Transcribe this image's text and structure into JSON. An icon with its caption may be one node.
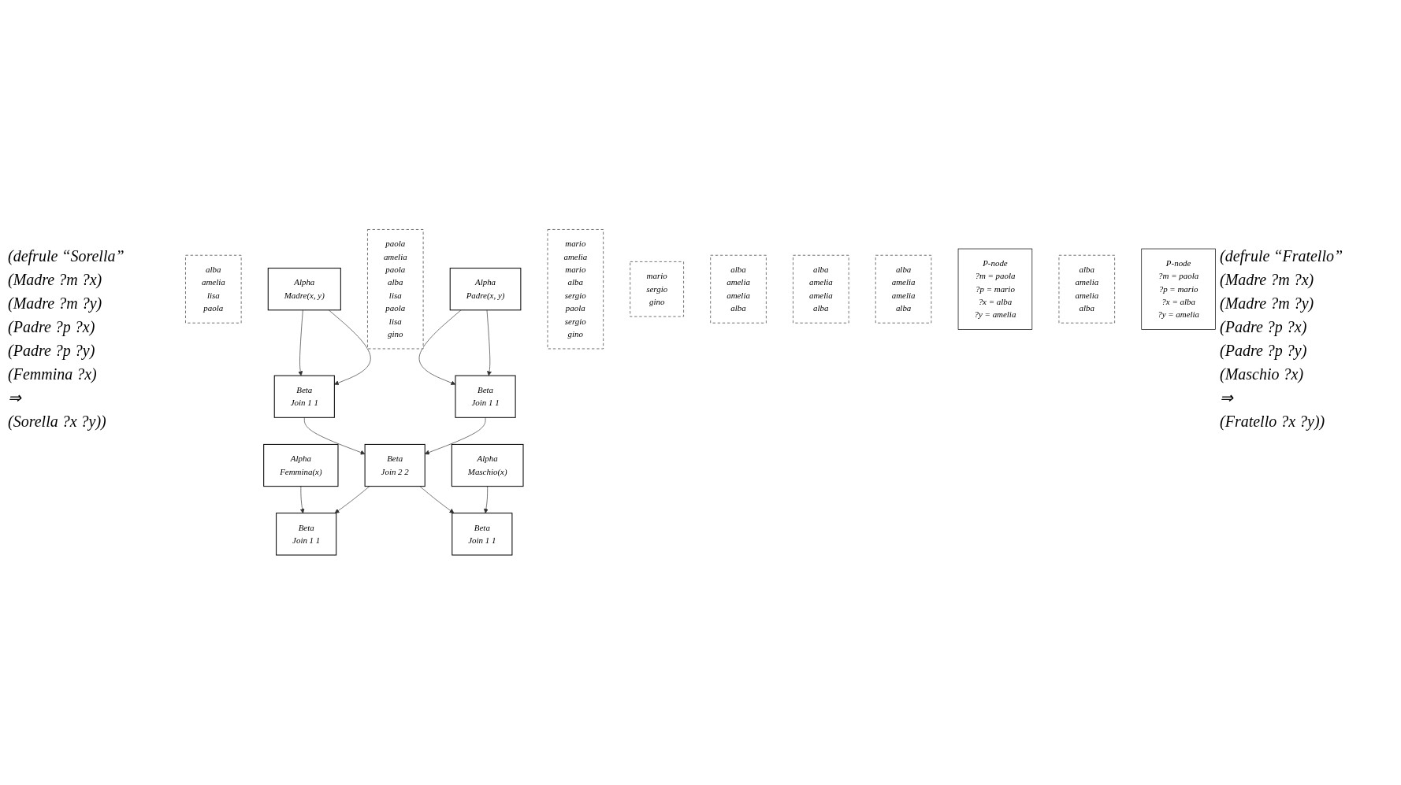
{
  "diagram": {
    "nodes": [
      {
        "text": [
          "Alpha",
          "Femmina(x)"
        ]
      },
      {
        "text": [
          "alba",
          "amelia",
          "lisa",
          "paola"
        ]
      },
      {
        "text": [
          "Alpha",
          "Madre(x, y)"
        ]
      },
      {
        "text": [
          "paola",
          "amelia",
          "paola",
          "alba",
          "lisa",
          "paola",
          "lisa",
          "gino"
        ]
      },
      {
        "text": [
          "Alpha",
          "Padre(x, y)"
        ]
      },
      {
        "text": [
          "mario",
          "amelia",
          "mario",
          "alba",
          "sergio",
          "paola",
          "sergio",
          "gino"
        ]
      },
      {
        "text": [
          "Alpha",
          "Maschio(x)"
        ]
      },
      {
        "text": [
          "mario",
          "sergio",
          "gino"
        ]
      },
      {
        "text": [
          "Beta",
          "Join 1 1"
        ]
      },
      {
        "text": [
          "alba",
          "amelia",
          "amelia",
          "alba"
        ]
      },
      {
        "text": [
          "Beta",
          "Join 1 1"
        ]
      },
      {
        "text": [
          "alba",
          "amelia",
          "amelia",
          "alba"
        ]
      },
      {
        "text": [
          "Beta",
          "Join 2 2"
        ]
      },
      {
        "text": [
          "alba",
          "amelia",
          "amelia",
          "alba"
        ]
      },
      {
        "text": [
          "Beta",
          "Join 1 1"
        ]
      },
      {
        "text": [
          "P-node",
          "?m = paola",
          "?p = mario",
          "?x = alba",
          "?y = amelia"
        ]
      },
      {
        "text": [
          "Beta",
          "Join 1 1"
        ]
      },
      {
        "text": [
          "alba",
          "amelia",
          "amelia",
          "alba"
        ]
      },
      {
        "text": [
          "P-node",
          "?m = paola",
          "?p = mario",
          "?x = alba",
          "?y = amelia"
        ]
      }
    ],
    "edges": [
      {
        "from": 2,
        "to": 8,
        "arrow": "to"
      },
      {
        "from": 2,
        "to": 8,
        "arrow": "to"
      },
      {
        "from": 4,
        "to": 10,
        "arrow": "to"
      },
      {
        "from": 4,
        "to": 10,
        "arrow": "to"
      },
      {
        "from": 8,
        "to": 12,
        "arrow": "to"
      },
      {
        "from": 10,
        "to": 12,
        "arrow": "to"
      },
      {
        "from": 0,
        "to": 14,
        "arrow": "to"
      },
      {
        "from": 12,
        "to": 14,
        "arrow": "to"
      },
      {
        "from": 12,
        "to": 16,
        "arrow": "to"
      },
      {
        "from": 6,
        "to": 16,
        "arrow": "to"
      }
    ],
    "labels": [
      "(defrule “Sorella”",
      "(Madre ?m ?x)",
      "(Madre ?m ?y)",
      "(Padre ?p ?x)",
      "(Padre ?p ?y)",
      "(Femmina ?x)",
      "⇒",
      "(Sorella ?x ?y))",
      "(defrule “Fratello”",
      "(Madre ?m ?x)",
      "(Madre ?m ?y)",
      "(Padre ?p ?x)",
      "(Padre ?p ?y)",
      "(Maschio ?x)",
      "⇒",
      "(Fratello ?x ?y))"
    ]
  }
}
